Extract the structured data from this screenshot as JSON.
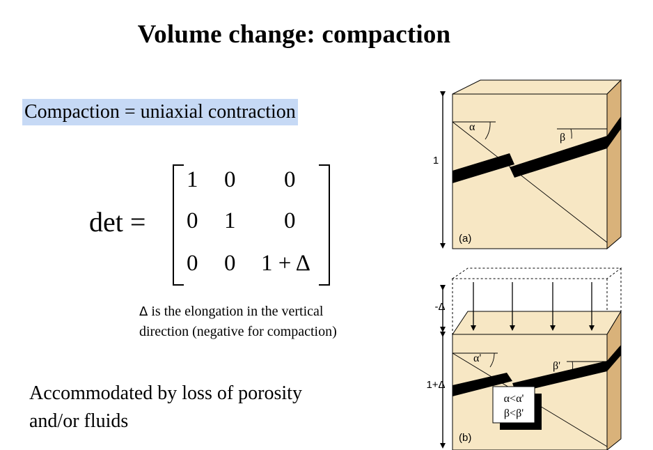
{
  "slide": {
    "title": "Volume change: compaction",
    "highlight_text": "Compaction = uniaxial contraction",
    "det_label": "det =",
    "matrix": [
      [
        "1",
        "0",
        "0"
      ],
      [
        "0",
        "1",
        "0"
      ],
      [
        "0",
        "0",
        "1 + Δ"
      ]
    ],
    "note": {
      "delta_symbol": "Δ",
      "line1_rest": " is the elongation in the vertical",
      "line2": "direction (negative for compaction)"
    },
    "bottom_text": {
      "line1": "Accommodated by loss of porosity",
      "line2": "and/or fluids"
    }
  },
  "figure": {
    "panel_a": {
      "label": "(a)",
      "height_label": "1",
      "angle_alpha": "α",
      "angle_beta": "β"
    },
    "panel_b": {
      "label": "(b)",
      "height_label": "1+Δ",
      "shortening_label": "-Δ",
      "angle_alpha": "α'",
      "angle_beta": "β'",
      "relation_1": "α<α'",
      "relation_2": "β<β'"
    },
    "colors": {
      "block_face": "#f7e7c4",
      "block_side": "#d9b27a",
      "layer": "#000000",
      "highlight": "#c6d9f5"
    }
  }
}
